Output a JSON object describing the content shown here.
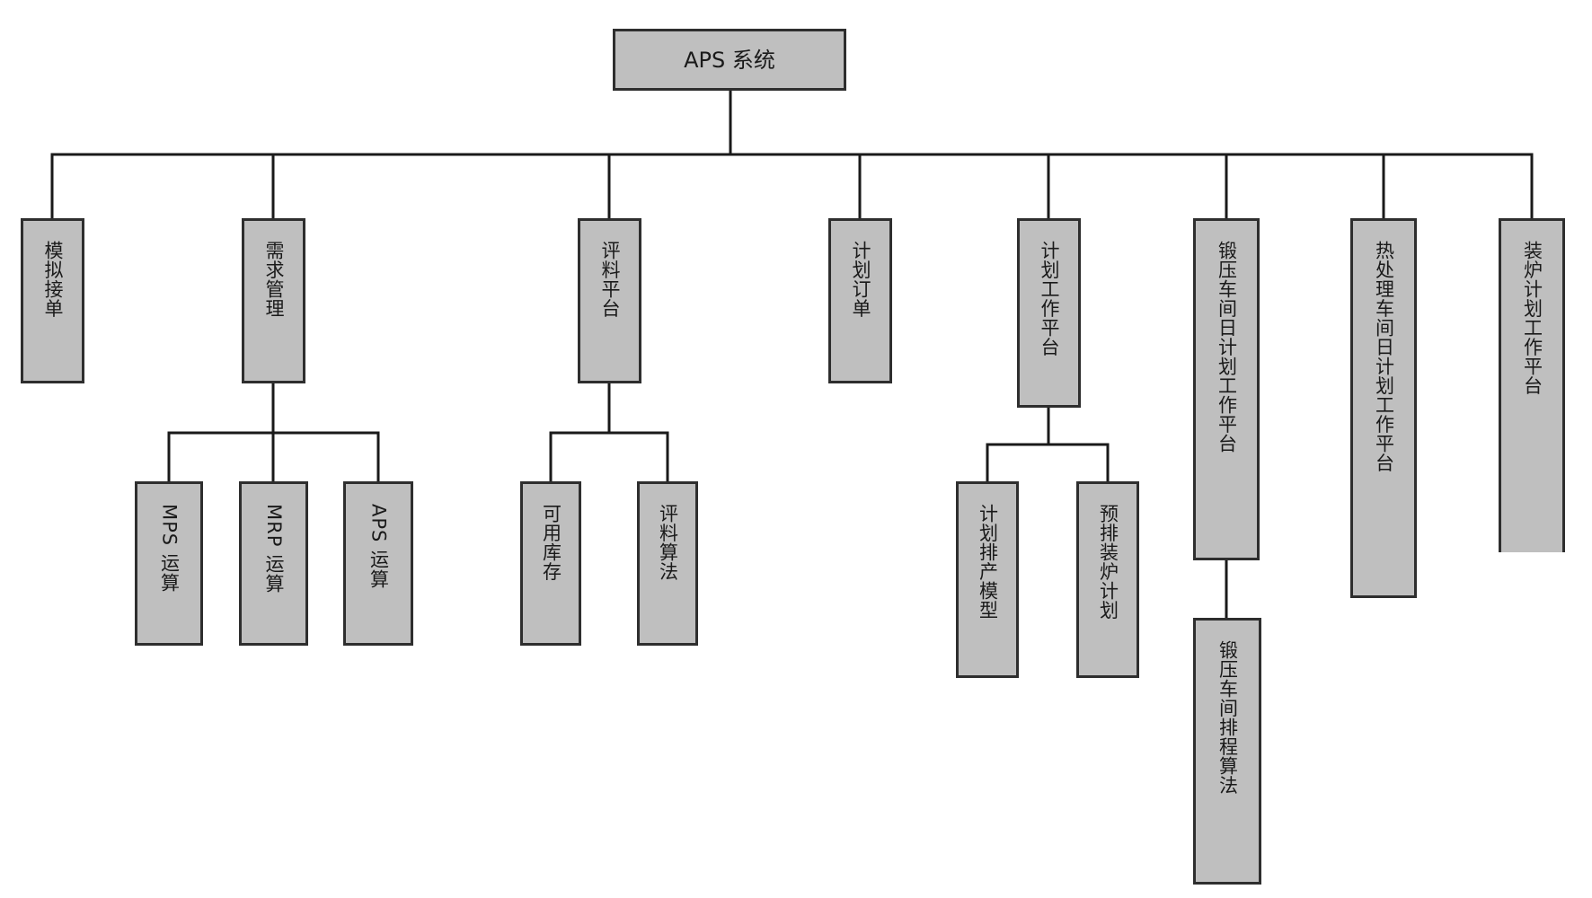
{
  "root": {
    "label": "APS 系统"
  },
  "level1": [
    {
      "id": "n1",
      "label": "模拟接单"
    },
    {
      "id": "n2",
      "label": "需求管理"
    },
    {
      "id": "n3",
      "label": "评料平台"
    },
    {
      "id": "n4",
      "label": "计划订单"
    },
    {
      "id": "n5",
      "label": "计划工作平台"
    },
    {
      "id": "n6",
      "label": "锻压车间日计划工作平台"
    },
    {
      "id": "n7",
      "label": "热处理车间日计划工作平台"
    },
    {
      "id": "n8",
      "label": "装炉计划工作平台"
    }
  ],
  "level2": {
    "n2": [
      {
        "id": "n2a",
        "label": "MPS 运算"
      },
      {
        "id": "n2b",
        "label": "MRP 运算"
      },
      {
        "id": "n2c",
        "label": "APS 运算"
      }
    ],
    "n3": [
      {
        "id": "n3a",
        "label": "可用库存"
      },
      {
        "id": "n3b",
        "label": "评料算法"
      }
    ],
    "n5": [
      {
        "id": "n5a",
        "label": "计划排产模型"
      },
      {
        "id": "n5b",
        "label": "预排装炉计划"
      }
    ],
    "n6": [
      {
        "id": "n6a",
        "label": "锻压车间排程算法"
      }
    ]
  },
  "colors": {
    "box_fill": "#bfbfbf",
    "box_border": "#2e2e2e",
    "line": "#1a1a1a",
    "background": "#ffffff"
  }
}
